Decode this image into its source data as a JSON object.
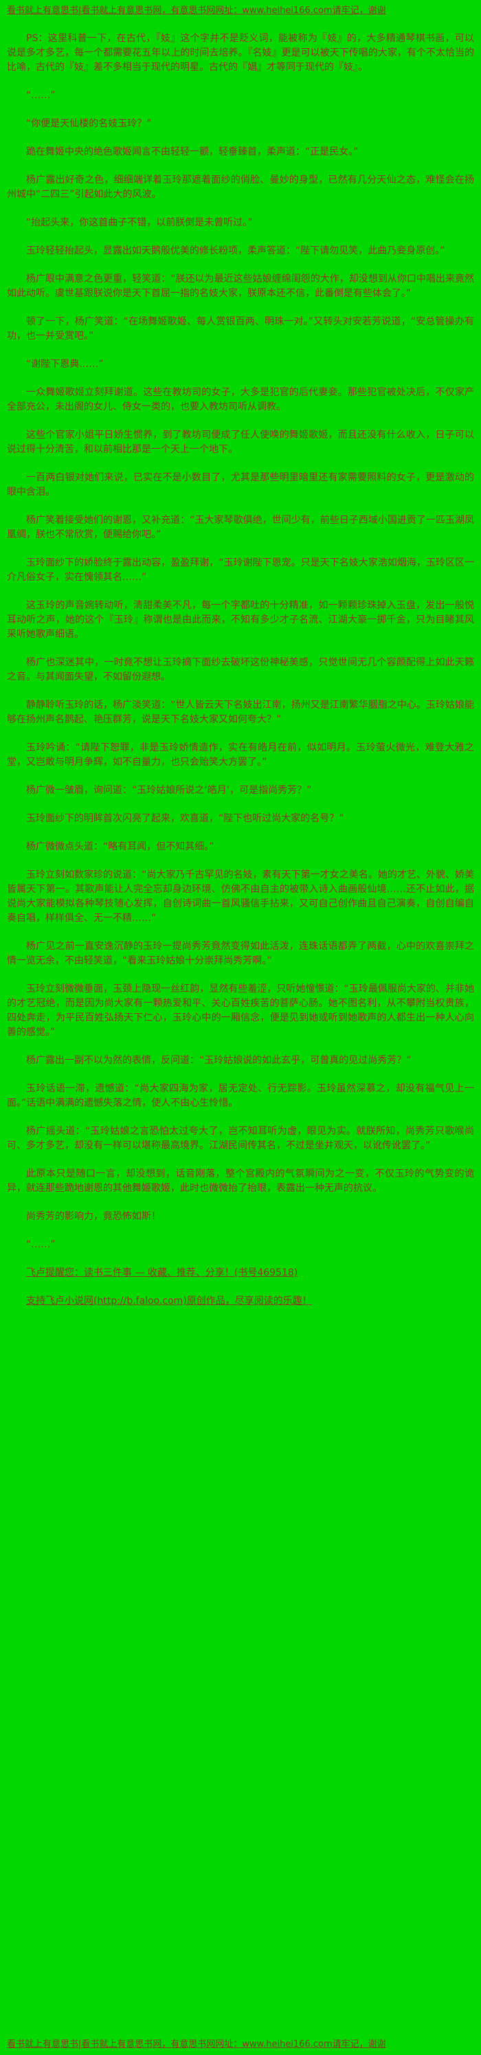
{
  "page": {
    "bg_color": "#00d800",
    "text_color": "#8a3a1e"
  },
  "header": {
    "text": "看书就上有意思书|看书就上有意思书网，有意思书网网址：www.heihei166.com请牢记，谢谢"
  },
  "footer": {
    "text": "看书就上有意思书|看书就上有意思书网，有意思书网网址：www.heihei166.com请牢记，谢谢"
  },
  "paragraphs": [
    "PS：这里科普一下，在古代，『妓』这个字并不是贬义词，能被称为『妓』的，大多精通琴棋书画，可以说是多才多艺，每一个都需要花五年以上的时间去培养。『名妓』更是可以被天下传唱的大家，有个不太恰当的比喻，古代的『妓』差不多相当于现代的明星。古代的『娼』才等同于现代的『妓』。",
    "“……”",
    "“你便是天仙楼的名妓玉玲？”",
    "跪在舞姬中央的绝色歌姬闻言不由轻轻一颤，轻垂臻首，柔声道：“正是民女。”",
    "杨广露出好奇之色，细细端详着玉玲那遮着面纱的俏脸、曼妙的身型，已然有几分天仙之态，难怪会在扬州城中“二四三”引起如此大的风波。",
    "“抬起头来，你这首曲子不错，以前朕倒是未曾听过。”",
    "玉玲轻轻抬起头，显露出如天鹅般优美的修长粉项，柔声答道：“陛下请勿见笑，此曲乃妾身原创。”",
    "杨广眼中满意之色更重，轻笑道：“朕还以为最近这些姑娘缠绵闺怨的大作，却没想到从你口中唱出来竟然如此动听。虞世基跟朕说你是天下首屈一指的名妓大家，朕原本还不信，此番倒是有些体会了。”",
    "顿了一下，杨广笑道：“在场舞姬歌姬、每人赏银百两、明珠一对。”又转头对安若芳说道，“安总管操办有功，也一并受赏吧。”",
    "“谢陛下恩典……”",
    "一众舞姬歌姬立刻拜谢道。这些在教坊司的女子，大多是犯官的后代妻妾。那些犯官被处决后，不仅家产全部充公，未出阁的女儿、侍女一类的，也要入教坊司听从调教。",
    "这些个官家小姐平日娇生惯养，到了教坊司便成了任人使唤的舞姬歌姬，而且还没有什么收入，日子可以说过得十分清苦，和以前相比那是一个天上一个地下。",
    "一百两白银对她们来说，已实在不是小数目了，尤其是那些明里暗里还有家需要照料的女子，更是激动的眼中含泪。",
    "杨广笑着接受她们的谢恩，又补充道：“玉大家琴歌俱绝，世间少有，前些日子西域小国进贡了一匹玉湖凤凰绸，朕也不常欣赏，便赐给你吧。”",
    "玉玲面纱下的娇脸终于露出动容，盈盈拜谢，“玉玲谢陛下恩宠。只是天下名妓大家浩如烟海，玉玲区区一介凡俗女子，实在愧领其名……”",
    "这玉玲的声音婉转动听，清甜柔美不凡，每一个字都吐的十分精准，如一颗颗珍珠掉入玉盘，发出一般悦耳动听之声，她的这个『玉玲』称谓也是由此而来，不知有多少才子名流、江湖大豪一掷千金，只为目睹其风采听她歌声细语。",
    "杨广也深迷其中，一时竟不想让玉玲摘下面纱去破坏这份神秘美感，只觉世间无几个容颜配得上如此天籁之音。与其闻面失望，不如留份遐想。",
    "静静聆听玉玲的话，杨广淡笑道：“世人皆云天下名妓出江南，扬州又是江南繁华胭脂之中心。玉玲姑娘能够在扬州声名鹊起、艳压群芳，说是天下名妓大家又如何夸大？”",
    "玉玲吟诵：“请陛下恕罪，非是玉玲娇情造作，实在有皓月在前，似如明月。玉玲萤火微光，难登大雅之堂，又岂敢与明月争辉，如不自量力，也只会贻笑大方罢了。”",
    "杨广微一皱眉，询问道：“玉玲姑娘所说之‘皓月’，可是指尚秀芳？”",
    "玉玲面纱下的明眸首次闪亮了起来，欢喜道，“陛下也听过尚大家的名号？”",
    "杨广微微点头道：“略有耳闻，但不知其细。”",
    "玉玲立刻如数家珍的说道：“尚大家乃千古罕见的名妓，素有天下第一才女之美名。她的才艺、外貌、娇美皆属天下第一。其歌声能让人完全忘却身边环境、仿佛不由自主的被带入诗入曲画般仙境……还不止如此，据说尚大家能模拟各种琴技随心发挥，自创诗词曲一首风骚信手拈来，又可自己创作曲且自己演奏，自创自编自奏自唱，样样俱全、无一不精……”",
    "杨广见之前一直安逸沉静的玉玲一提尚秀芳竟然变得如此活泼，连珠话语都弄了两截，心中的欢喜崇拜之情一览无余，不由轻笑道，“看来玉玲姑娘十分崇拜尚秀芳啊。”",
    "玉玲立刻微微垂面，玉颈上隐现一丝红韵，显然有些羞涩，只听她憧憬道：“玉玲最佩服尚大家的、并非她的才艺冠绝，而是因为尚大家有一颗热爱和平、关心百姓疾苦的菩萨心肠。她不图名利，从不攀附当权贵族，四处奔走，为平民百姓弘扬天下仁心，玉玲心中的一厢信念，便是见到她或听到她歌声的人都生出一种人心向善的感觉。”",
    "杨广露出一副不以为然的表情，反问道：“玉玲姑娘说的如此玄乎，可曾真的见过尚秀芳？”",
    "玉玲话语一滞，遗憾道：“尚大家四海为家，居无定处、行无踪影。玉玲虽然深慕之，却没有福气见上一面。”话语中满满的遗憾失落之情，使人不由心生怜惜。",
    "杨广摇头道：“玉玲姑娘之言恐怕太过夸大了，岂不知耳听为虚，眼见为实。就朕所知，尚秀芳只歌喉尚可、多才多艺，却没有一样可以堪称最高境界。江湖民间传其名，不过是坐井观天，以讹传讹罢了。”",
    "此原本只是随口一言，却没想到，话音刚落，整个宫殿内的气氛瞬间为之一变，不仅玉玲的气势变的诡异，就连那些跪地谢恩的其他舞姬歌姬，此时也微微抬了抬眼，表露出一种无声的抗议。",
    "尚秀芳的影响力，竟恐怖如斯！",
    "“……”"
  ],
  "promo": {
    "reminder": "飞卢提醒您：读书三件事 — 收藏、推荐、分享！(书号469518)",
    "support": "支持飞卢小说网(http://b.faloo.com)原创作品，尽享阅读的乐趣！"
  }
}
